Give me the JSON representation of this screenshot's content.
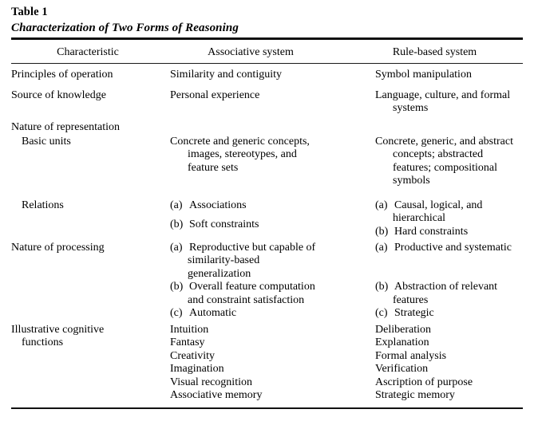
{
  "caption": {
    "number": "Table 1",
    "title": "Characterization of Two Forms of Reasoning"
  },
  "table": {
    "headers": {
      "col1": "Characteristic",
      "col2": "Associative system",
      "col3": "Rule-based system"
    },
    "rows": [
      {
        "id": "principles-of-operation",
        "char": "Principles of operation",
        "assoc": "Similarity and contiguity",
        "rule": "Symbol manipulation"
      },
      {
        "id": "source-of-knowledge",
        "char": "Source of knowledge",
        "assoc": "Personal experience",
        "rule_line1": "Language, culture, and formal",
        "rule_line2": "systems"
      },
      {
        "id": "nature-of-representation",
        "char": "Nature of representation",
        "sub_char": "Basic units",
        "assoc_line1": "Concrete and generic concepts,",
        "assoc_line2": "images, stereotypes, and",
        "assoc_line3": "feature sets",
        "rule_line1": "Concrete, generic, and abstract",
        "rule_line2": "concepts; abstracted",
        "rule_line3": "features; compositional",
        "rule_line4": "symbols"
      },
      {
        "id": "relations",
        "char": "Relations",
        "assoc_a_marker": "(a)",
        "assoc_a_text": "Associations",
        "assoc_b_marker": "(b)",
        "assoc_b_text": "Soft constraints",
        "rule_a_marker": "(a)",
        "rule_a_line1": "Causal, logical, and",
        "rule_a_line2": "hierarchical",
        "rule_b_marker": "(b)",
        "rule_b_text": "Hard constraints"
      },
      {
        "id": "nature-of-processing",
        "char": "Nature of processing",
        "assoc_a_marker": "(a)",
        "assoc_a_line1": "Reproductive but capable of",
        "assoc_a_line2": "similarity-based",
        "assoc_a_line3": "generalization",
        "assoc_b_marker": "(b)",
        "assoc_b_line1": "Overall feature computation",
        "assoc_b_line2": "and constraint satisfaction",
        "assoc_c_marker": "(c)",
        "assoc_c_text": "Automatic",
        "rule_a_marker": "(a)",
        "rule_a_text": "Productive and systematic",
        "rule_b_marker": "(b)",
        "rule_b_line1": "Abstraction of relevant",
        "rule_b_line2": "features",
        "rule_c_marker": "(c)",
        "rule_c_text": "Strategic"
      },
      {
        "id": "illustrative-cognitive-functions",
        "char_line1": "Illustrative cognitive",
        "char_line2": "functions",
        "assoc_items": [
          "Intuition",
          "Fantasy",
          "Creativity",
          "Imagination",
          "Visual recognition",
          "Associative memory"
        ],
        "rule_items": [
          "Deliberation",
          "Explanation",
          "Formal analysis",
          "Verification",
          "Ascription of purpose",
          "Strategic memory"
        ]
      }
    ]
  }
}
